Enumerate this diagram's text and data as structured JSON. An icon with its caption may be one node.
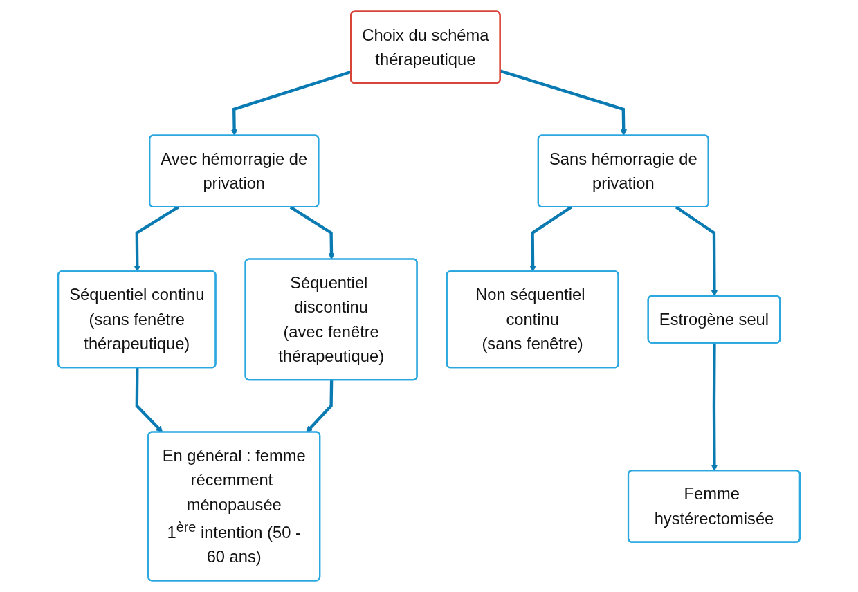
{
  "diagram": {
    "nodes": [
      {
        "text": [
          "Choix du schéma thérapeutique"
        ]
      },
      {
        "text": [
          "Avec hémorragie de privation"
        ]
      },
      {
        "text": [
          "Sans hémorragie de privation"
        ]
      },
      {
        "text": [
          "Séquentiel continu (sans fenêtre thérapeutique)"
        ]
      },
      {
        "text": [
          "Séquentiel discontinu (avec fenêtre thérapeutique)"
        ]
      },
      {
        "text": [
          "Non séquentiel continu (sans fenêtre)"
        ]
      },
      {
        "text": [
          "Estrogène seul"
        ]
      },
      {
        "text": [
          "En général : femme récemment ménopausée 1$^{ère}$ intention (50 - 60 ans)"
        ]
      },
      {
        "text": [
          "Femme hystérectomisée"
        ]
      }
    ],
    "edges": [
      {
        "from": 0,
        "to": 1,
        "arrow": "to"
      },
      {
        "from": 0,
        "to": 2,
        "arrow": "to"
      },
      {
        "from": 1,
        "to": 3,
        "arrow": "to"
      },
      {
        "from": 1,
        "to": 4,
        "arrow": "to"
      },
      {
        "from": 2,
        "to": 5,
        "arrow": "to"
      },
      {
        "from": 2,
        "to": 6,
        "arrow": "to"
      },
      {
        "from": 3,
        "to": 7,
        "arrow": "to"
      },
      {
        "from": 4,
        "to": 7,
        "arrow": "to"
      },
      {
        "from": 6,
        "to": 8,
        "arrow": "to"
      }
    ]
  }
}
